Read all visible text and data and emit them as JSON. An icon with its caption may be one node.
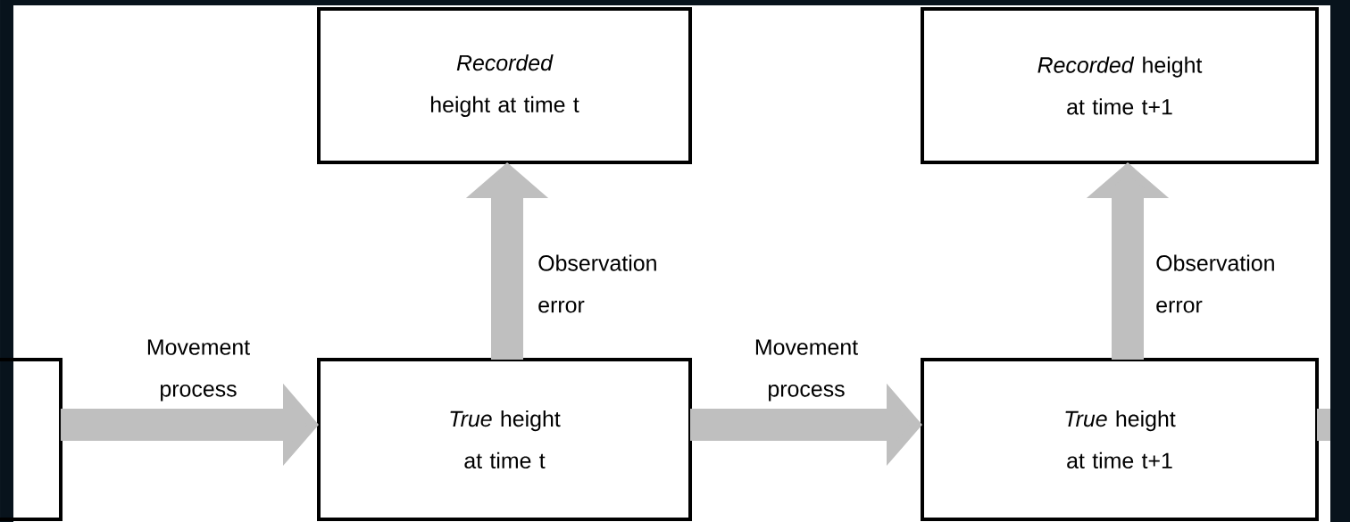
{
  "diagram": {
    "nodes": [
      {
        "text": [],
        "shape": "box"
      },
      {
        "text": [
          "*Recorded* height at time t"
        ]
      },
      {
        "text": [
          "*True* height at time t"
        ]
      },
      {
        "text": [
          "*Recorded* height at time t+1"
        ]
      },
      {
        "text": [
          "*True* height at time t+1"
        ]
      }
    ],
    "edges": [
      {
        "from": 0,
        "to": 2,
        "arrow": "to",
        "label": "Movement process"
      },
      {
        "from": 2,
        "to": 1,
        "arrow": "to",
        "label": "Observation error"
      },
      {
        "from": 2,
        "to": 4,
        "arrow": "to",
        "label": "Movement process"
      },
      {
        "from": 4,
        "to": 3,
        "arrow": "to",
        "label": "Observation error"
      },
      {
        "from": 4,
        "to": null,
        "arrow": "none"
      }
    ]
  }
}
